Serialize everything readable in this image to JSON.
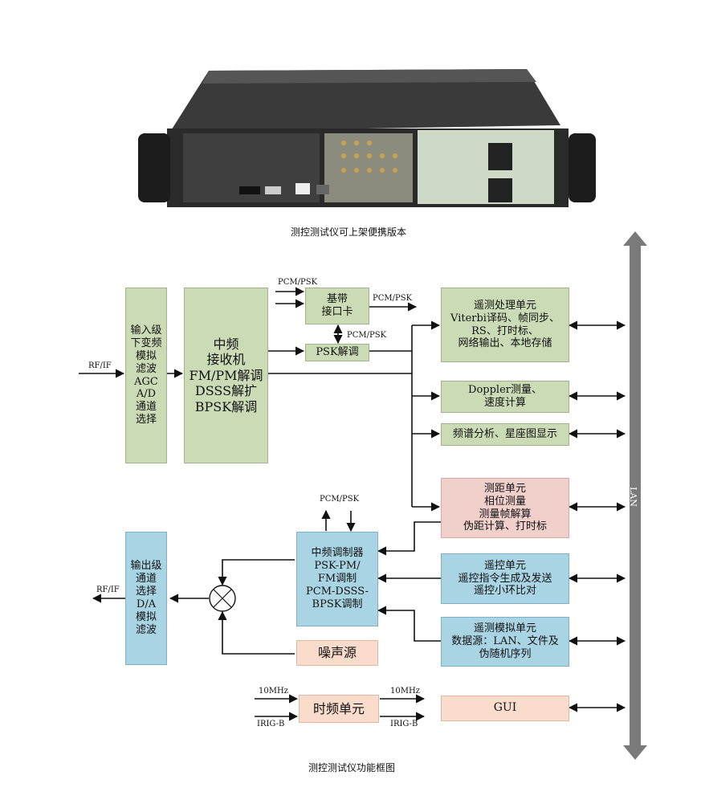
{
  "photo_caption": "测控测试仪可上架便携版本",
  "diagram_caption": "测控测试仪功能框图",
  "blocks": {
    "input_stage": "输入级\n下变频\n模拟\n滤波\nAGC\nA/D\n通道\n选择",
    "if_receiver": "中频\n接收机\nFM/PM解调\nDSSS解扩\nBPSK解调",
    "baseband_interface": "基带\n接口卡",
    "psk_demod": "PSK解调",
    "telemetry_proc": "遥测处理单元\nViterbi译码、帧同步、\nRS、打时标、\n网络输出、本地存储",
    "doppler": "Doppler测量、\n速度计算",
    "spectrum": "频谱分析、星座图显示",
    "ranging": "测距单元\n相位测量\n测量帧解算\n伪距计算、打时标",
    "output_stage": "输出级\n通道\n选择\nD/A\n模拟\n滤波",
    "if_modulator": "中频调制器\nPSK-PM/\nFM调制\nPCM-DSSS-\nBPSK调制",
    "noise": "噪声源",
    "telecommand": "遥控单元\n遥控指令生成及发送\n遥控小环比对",
    "telemetry_sim": "遥测模拟单元\n数据源：LAN、文件及\n伪随机序列",
    "time_freq": "时频单元",
    "gui": "GUI"
  },
  "labels": {
    "rf_if_in": "RF/IF",
    "rf_if_out": "RF/IF",
    "pcm_psk_top": "PCM/PSK",
    "pcm_psk_bb_out": "PCM/PSK",
    "pcm_psk_mid": "PCM/PSK",
    "pcm_psk_mod": "PCM/PSK",
    "ref_10mhz_in": "10MHz",
    "irigb_in": "IRIG-B",
    "ref_10mhz_out": "10MHz",
    "irigb_out": "IRIG-B",
    "lan": "LAN"
  },
  "colors": {
    "green": "#cbdbb6",
    "blue": "#a9d4e4",
    "pink": "#f1d0cb",
    "peach": "#f9dccb",
    "lan_bus": "#7a7a7a"
  }
}
